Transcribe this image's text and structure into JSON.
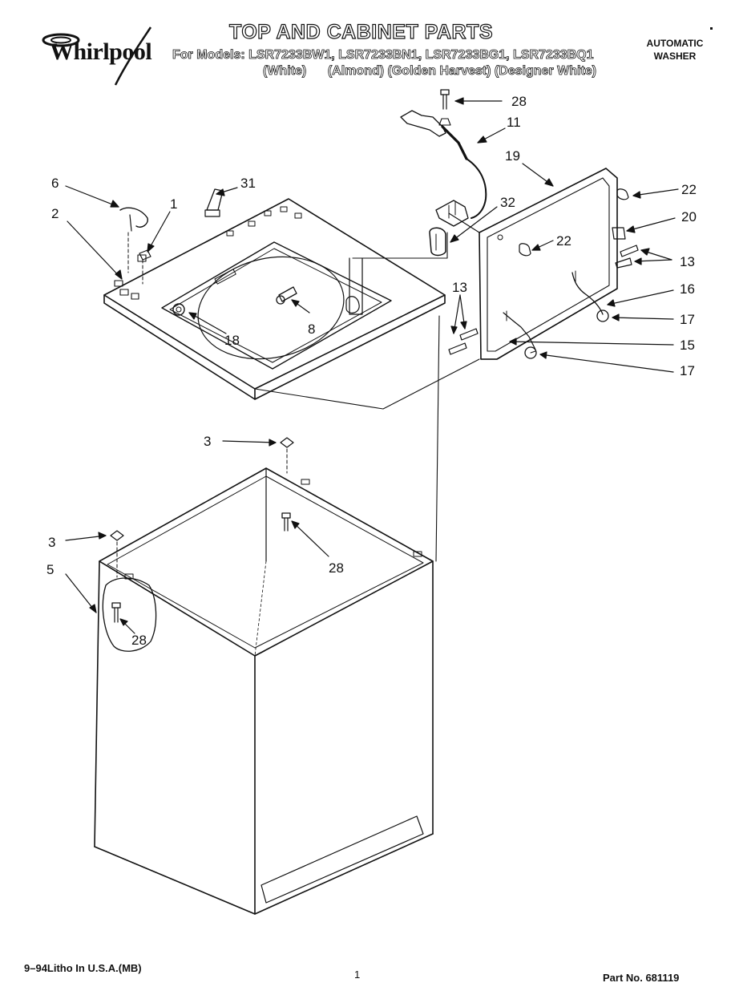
{
  "header": {
    "brand": "Whirlpool",
    "title": "TOP AND CABINET PARTS",
    "models_line": "For Models: LSR7233BW1, LSR7233BN1, LSR7233BG1, LSR7233BQ1",
    "colors_line": "(White)      (Almond) (Golden Harvest) (Designer White)",
    "product_line1": "AUTOMATIC",
    "product_line2": "WASHER"
  },
  "callouts": {
    "c28_top": "28",
    "c11": "11",
    "c19": "19",
    "c6": "6",
    "c31": "31",
    "c22_right": "22",
    "c2": "2",
    "c1": "1",
    "c32": "32",
    "c20": "20",
    "c22_inner": "22",
    "c13_right": "13",
    "c13_left": "13",
    "c16": "16",
    "c8": "8",
    "c17_a": "17",
    "c18": "18",
    "c15": "15",
    "c17_b": "17",
    "c3_top": "3",
    "c3_left": "3",
    "c28_mid": "28",
    "c5": "5",
    "c28_low": "28"
  },
  "footer": {
    "litho": "9–94Litho In U.S.A.(MB)",
    "page": "1",
    "part_no": "Part No. 681119"
  }
}
